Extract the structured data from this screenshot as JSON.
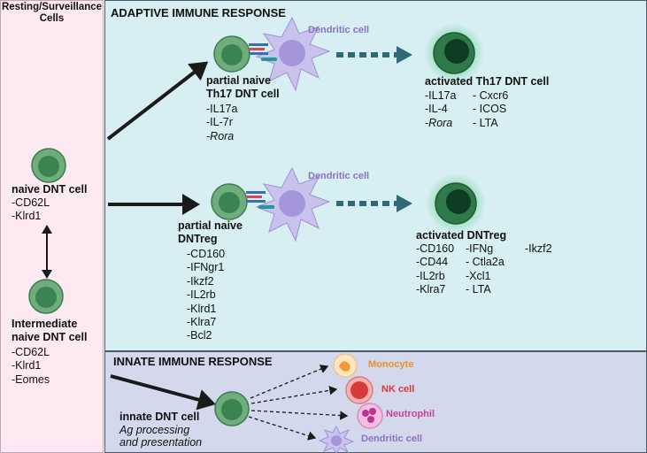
{
  "resting": {
    "title": "Resting/Surveillance\nCells",
    "naive_title": "naive DNT cell",
    "naive_markers": [
      "-CD62L",
      "-Klrd1"
    ],
    "intermediate_title": "Intermediate\nnaive DNT cell",
    "intermediate_markers": [
      "-CD62L",
      "-Klrd1",
      "-Eomes"
    ]
  },
  "adaptive": {
    "title": "ADAPTIVE IMMUNE RESPONSE",
    "dendritic_cell_label": "Dendritic cell",
    "th17_partial_title": "partial naive\nTh17 DNT cell",
    "th17_partial_markers": [
      "-IL17a",
      "-IL-7r",
      "-Rora"
    ],
    "th17_activated_title": "activated Th17 DNT cell",
    "th17_activated_col1": [
      "-IL17a",
      "-IL-4",
      "-Rora"
    ],
    "th17_activated_col2": [
      "- Cxcr6",
      "- ICOS",
      "- LTA"
    ],
    "dntreg_partial_title": "partial naive\nDNTreg",
    "dntreg_partial_markers": [
      "-CD160",
      "-IFNgr1",
      "-Ikzf2",
      "-IL2rb",
      "-Klrd1",
      "-Klra7",
      "-Bcl2"
    ],
    "dntreg_activated_title": "activated DNTreg",
    "dntreg_activated_col1": [
      "-CD160",
      "-CD44",
      "-IL2rb",
      "-Klra7"
    ],
    "dntreg_activated_col2": [
      "-IFNg",
      "- Ctla2a",
      "-Xcl1",
      "- LTA"
    ],
    "dntreg_activated_col3": [
      "-Ikzf2"
    ]
  },
  "innate": {
    "title": "INNATE IMMUNE RESPONSE",
    "cell_title": "innate DNT cell",
    "cell_subtitle": "Ag processing\nand presentation",
    "monocyte": "Monocyte",
    "nk_cell": "NK cell",
    "neutrophil": "Neutrophil",
    "dendritic_cell": "Dendritic cell"
  },
  "colors": {
    "cell_green": "#3e8a57",
    "cell_nucleus": "#2f6f45",
    "dendritic": "#c8c2ec",
    "monocyte": "#e8922a",
    "nk": "#d83a3a",
    "neutrophil": "#c8419c",
    "arrow_teal": "#2e6a78"
  }
}
